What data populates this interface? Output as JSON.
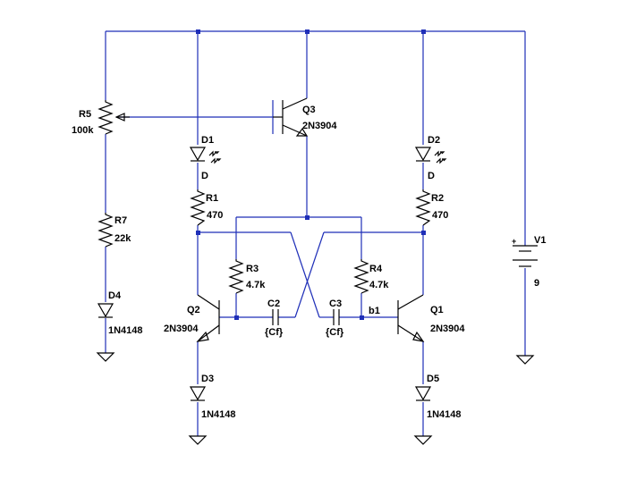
{
  "components": {
    "r5": {
      "ref": "R5",
      "value": "100k"
    },
    "r7": {
      "ref": "R7",
      "value": "22k"
    },
    "d4": {
      "ref": "D4",
      "value": "1N4148"
    },
    "d1": {
      "ref": "D1",
      "value": "D"
    },
    "r1": {
      "ref": "R1",
      "value": "470"
    },
    "q3": {
      "ref": "Q3",
      "value": "2N3904"
    },
    "d2": {
      "ref": "D2",
      "value": "D"
    },
    "r2": {
      "ref": "R2",
      "value": "470"
    },
    "r3": {
      "ref": "R3",
      "value": "4.7k"
    },
    "r4": {
      "ref": "R4",
      "value": "4.7k"
    },
    "q2": {
      "ref": "Q2",
      "value": "2N3904"
    },
    "q1": {
      "ref": "Q1",
      "value": "2N3904"
    },
    "c2": {
      "ref": "C2",
      "value": "{Cf}"
    },
    "c3": {
      "ref": "C3",
      "value": "{Cf}"
    },
    "d3": {
      "ref": "D3",
      "value": "1N4148"
    },
    "d5": {
      "ref": "D5",
      "value": "1N4148"
    },
    "v1": {
      "ref": "V1",
      "value": "9",
      "polarity": "+"
    }
  },
  "nets": {
    "b1": "b1"
  },
  "colors": {
    "wire": "#1f2fb8",
    "component": "#000000",
    "background": "#ffffff"
  }
}
